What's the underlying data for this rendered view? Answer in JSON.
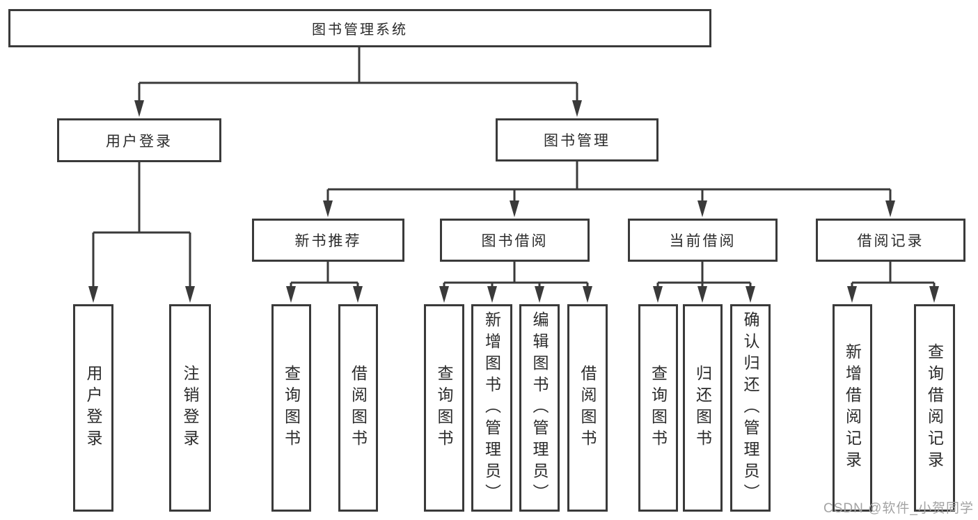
{
  "tree": {
    "root": {
      "label": "图书管理系统",
      "children": [
        {
          "label": "用户登录",
          "children": [
            {
              "label": "用户登录"
            },
            {
              "label": "注销登录"
            }
          ]
        },
        {
          "label": "图书管理",
          "children": [
            {
              "label": "新书推荐",
              "children": [
                {
                  "label": "查询图书"
                },
                {
                  "label": "借阅图书"
                }
              ]
            },
            {
              "label": "图书借阅",
              "children": [
                {
                  "label": "查询图书"
                },
                {
                  "label": "新增图书（管理员）"
                },
                {
                  "label": "编辑图书（管理员）"
                },
                {
                  "label": "借阅图书"
                }
              ]
            },
            {
              "label": "当前借阅",
              "children": [
                {
                  "label": "查询图书"
                },
                {
                  "label": "归还图书"
                },
                {
                  "label": "确认归还（管理员）"
                }
              ]
            },
            {
              "label": "借阅记录",
              "children": [
                {
                  "label": "新增借阅记录"
                },
                {
                  "label": "查询借阅记录"
                }
              ]
            }
          ]
        }
      ]
    }
  },
  "watermark": {
    "text": "CSDN @软件_小贺同学"
  },
  "colors": {
    "line": "#3a3a3a",
    "border": "#3a3a3a",
    "text": "#2b2b2b",
    "background": "#ffffff",
    "watermark": "#a3a3a3"
  }
}
